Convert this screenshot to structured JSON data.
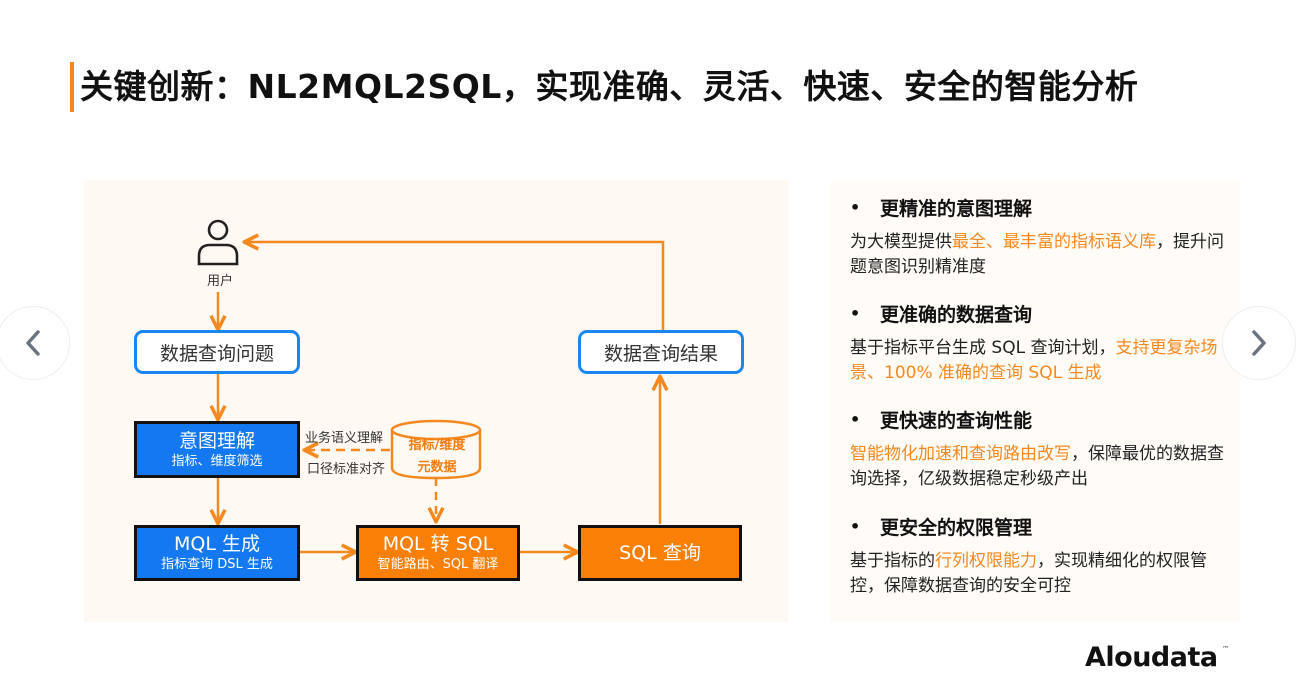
{
  "slide": {
    "title": "关键创新：NL2MQL2SQL，实现准确、灵活、快速、安全的智能分析",
    "accent_color": "#f5891f"
  },
  "diagram": {
    "user_icon": "person-icon",
    "user_label": "用户",
    "question_node": "数据查询问题",
    "result_node": "数据查询结果",
    "intent_node": {
      "title": "意图理解",
      "subtitle": "指标、维度筛选"
    },
    "mql_gen_node": {
      "title": "MQL 生成",
      "subtitle": "指标查询 DSL 生成"
    },
    "mql_to_sql_node": {
      "title": "MQL 转 SQL",
      "subtitle": "智能路由、SQL 翻译"
    },
    "sql_query_node": "SQL 查询",
    "metadata_store": {
      "line1": "指标/维度",
      "line2": "元数据"
    },
    "edge_labels": {
      "top": "业务语义理解",
      "bottom": "口径标准对齐"
    },
    "colors": {
      "blue": "#1479f0",
      "orange": "#fa7f06",
      "outline": "#1a86ef",
      "arrow": "#f5891f"
    }
  },
  "points": [
    {
      "title": "更精准的意图理解",
      "body_pre": "为大模型提供",
      "body_hl": "最全、最丰富的指标语义库",
      "body_post": "，提升问题意图识别精准度"
    },
    {
      "title": "更准确的数据查询",
      "body_pre": "基于指标平台生成 SQL 查询计划，",
      "body_hl": "支持更复杂场景、100% 准确的查询 SQL 生成",
      "body_post": ""
    },
    {
      "title": "更快速的查询性能",
      "body_pre": "",
      "body_hl": "智能物化加速和查询路由改写",
      "body_post": "，保障最优的数据查询选择，亿级数据稳定秒级产出"
    },
    {
      "title": "更安全的权限管理",
      "body_pre": "基于指标的",
      "body_hl": "行列权限能力",
      "body_post": "，实现精细化的权限管控，保障数据查询的安全可控"
    }
  ],
  "bullet_char": "•",
  "nav": {
    "prev_icon": "chevron-left-icon",
    "next_icon": "chevron-right-icon"
  },
  "brand": {
    "logo": "Aloudata",
    "trademark": "™"
  }
}
